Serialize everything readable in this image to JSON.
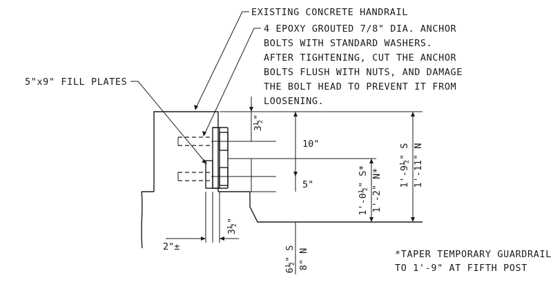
{
  "notes": {
    "handrail": "EXISTING CONCRETE HANDRAIL",
    "anchor_bolts": [
      "4 EPOXY GROUTED 7/8\" DIA. ANCHOR",
      "BOLTS WITH STANDARD WASHERS.",
      "AFTER TIGHTENING, CUT THE ANCHOR",
      "BOLTS FLUSH WITH NUTS, AND DAMAGE",
      "THE BOLT HEAD TO PREVENT IT FROM",
      "LOOSENING."
    ],
    "fill_plates": "5\"x9\" FILL PLATES",
    "taper": [
      "*TAPER TEMPORARY GUARDRAIL",
      "TO 1'-9\" AT FIFTH POST"
    ]
  },
  "dimensions": {
    "top_edge_bolt": "3½\"",
    "bolt_spacing": "10\"",
    "lower_bolt": "5\"",
    "bolt_to_base_s": "1'-0½\" S*",
    "bolt_to_base_n": "1'-2\" N*",
    "overall_s": "1'-9½\" S",
    "overall_n": "1'-11\" N",
    "plate_offset": "2\"±",
    "bottom_edge": "3½\"",
    "below_s": "6½\" S",
    "below_n": "8\" N"
  }
}
